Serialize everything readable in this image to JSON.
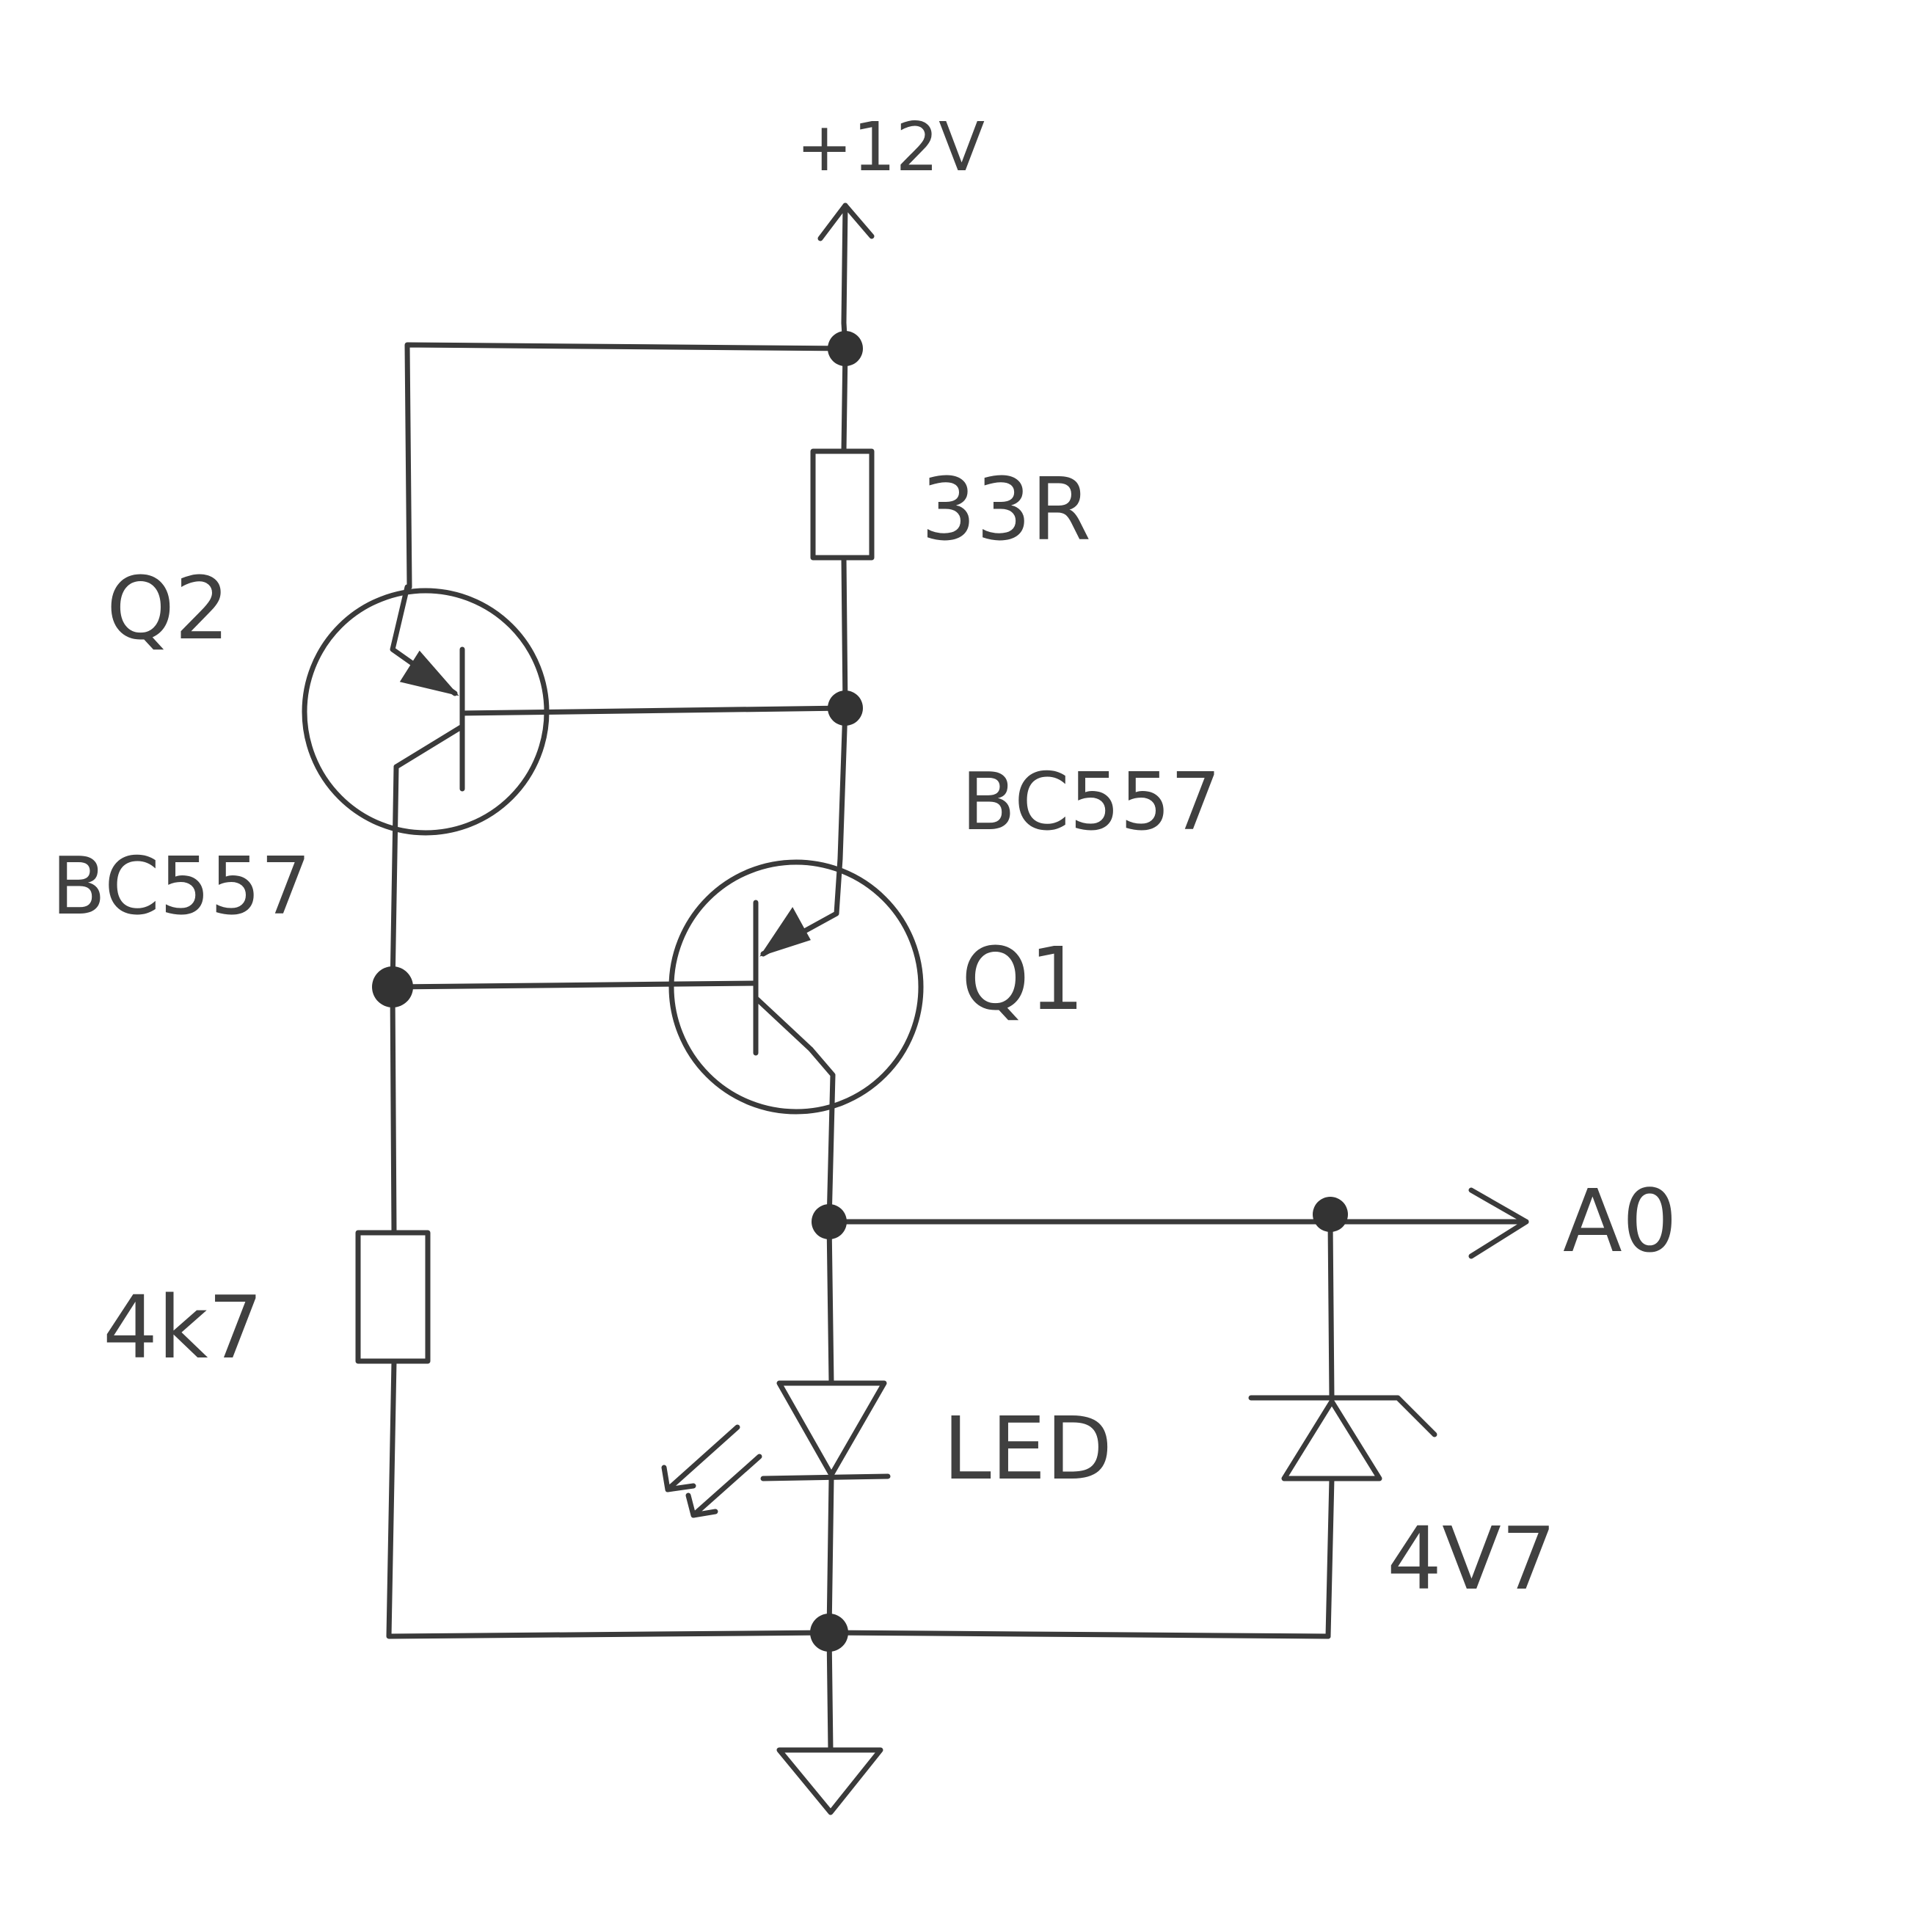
{
  "labels": {
    "supply": "+12V",
    "r1": "33R",
    "q2": "Q2",
    "q2_type": "BC557",
    "q1_type": "BC557",
    "q1": "Q1",
    "output": "A0",
    "r2": "4k7",
    "led": "LED",
    "zener": "4V7"
  },
  "icons": {
    "supply": "arrow-up-icon",
    "output": "arrow-right-icon",
    "ground": "ground-triangle-icon"
  },
  "colors": {
    "ink": "#3a3a3a",
    "paper": "#ffffff"
  }
}
